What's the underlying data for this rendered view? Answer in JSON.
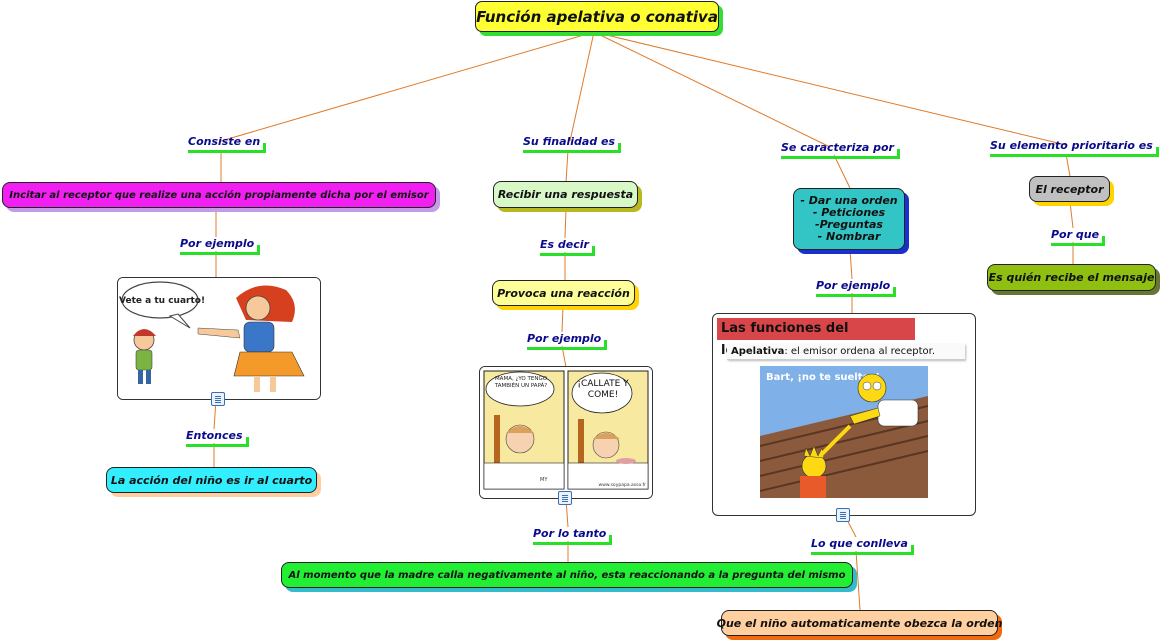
{
  "root": {
    "title": "Función apelativa o conativa"
  },
  "links": {
    "consiste_en": "Consiste en",
    "su_finalidad_es": "Su finalidad es",
    "se_caracteriza_por": "Se caracteriza por",
    "su_elemento_prioritario_es": "Su elemento prioritario es",
    "por_ejemplo_1": "Por ejemplo",
    "es_decir": "Es decir",
    "por_ejemplo_2": "Por ejemplo",
    "por_ejemplo_3": "Por ejemplo",
    "por_que": "Por que",
    "entonces": "Entonces",
    "por_lo_tanto": "Por lo tanto",
    "lo_que_conlleva": "Lo que conlleva"
  },
  "nodes": {
    "incitar": "Incitar al receptor que realize una acción propiamente dicha por el emisor",
    "recibir": "Recibir una respuesta",
    "provoca": "Provoca una reacción",
    "caracteristicas": [
      "- Dar una orden",
      "- Peticiones",
      "-Preguntas",
      "- Nombrar"
    ],
    "el_receptor": "El receptor",
    "es_quien": "Es quién recibe el mensaje",
    "accion_nino": "La acción del niño es ir al cuarto",
    "al_momento": "Al momento que la madre calla negativamente al niño, esta reaccionando a la pregunta del mismo",
    "que_el_nino": "Que el niño automaticamente obezca la orden"
  },
  "images": {
    "mother": {
      "speech": "¡Vete a tu cuarto!"
    },
    "comic": {
      "left_text": "MAMÁ, ¿YO TENGO TAMBIÉN UN PAPÁ?",
      "right_text": "¡CÁLLATE Y COME!",
      "credit": "www.soypapa.asso.fr",
      "signature": "MY"
    },
    "slide": {
      "title": "Las funciones del lenguaje",
      "term": "Apelativa",
      "definition": ": el emisor ordena al receptor.",
      "speech": "Bart, ¡no te sueltes!"
    }
  },
  "colors": {
    "line": "#e07b2a",
    "root": "#ffff33",
    "root_shadow": "#33dd33",
    "magenta": "#f21ff2",
    "mint": "#d8f8c8",
    "yellow": "#ffff99",
    "teal": "#33c5c5",
    "gray": "#c0c0c0",
    "olive": "#8fbf10",
    "cyan": "#33eeff",
    "green": "#22ee33",
    "peach": "#ffcf9f"
  }
}
